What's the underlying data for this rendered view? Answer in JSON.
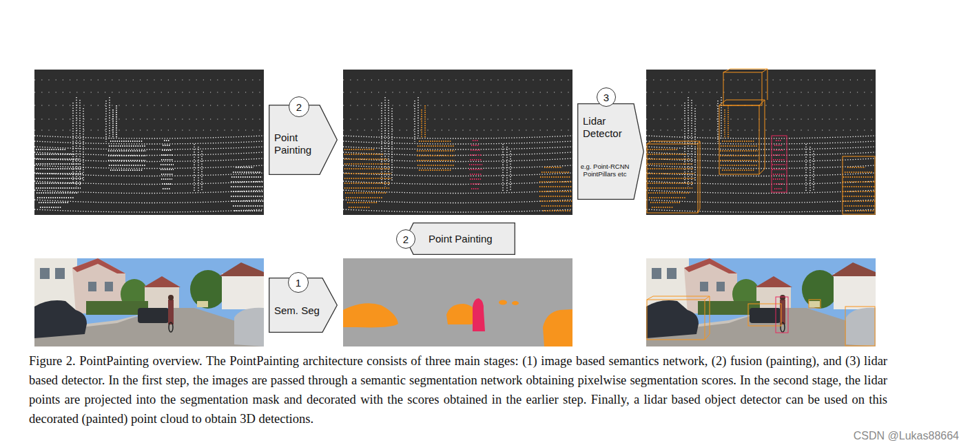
{
  "diagram": {
    "caption": "Figure 2. PointPainting overview. The PointPainting architecture consists of three main stages: (1) image based semantics network, (2) fusion (painting), and (3) lidar based detector. In the first step, the images are passed through a semantic segmentation network obtaining pixelwise segmentation scores. In the second stage, the lidar points are projected into the segmentation mask and decorated with the scores obtained in the earlier step. Finally, a lidar based object detector can be used on this decorated (painted) point cloud to obtain 3D detections.",
    "nodes": [
      {
        "text": [
          "Point Painting"
        ]
      },
      {
        "text": [
          "2"
        ],
        "in": 0
      },
      {
        "text": [
          "Lidar Detector",
          "e.g. Point-RCNN PointPillars etc"
        ]
      },
      {
        "text": [
          "3"
        ],
        "in": 2
      },
      {
        "text": [
          "Point Painting"
        ]
      },
      {
        "text": [
          "2"
        ],
        "in": 4
      },
      {
        "text": [
          "Sem. Seg"
        ]
      },
      {
        "text": [
          "1"
        ],
        "in": 6
      }
    ],
    "labels": [
      "CSDN @Lukas88664"
    ]
  }
}
